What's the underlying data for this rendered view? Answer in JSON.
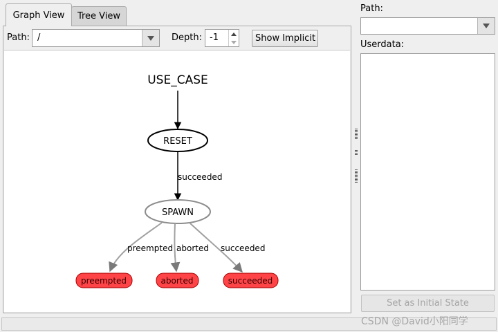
{
  "tabs": [
    {
      "label": "Graph View",
      "active": true
    },
    {
      "label": "Tree View",
      "active": false
    }
  ],
  "toolbar": {
    "path_label": "Path:",
    "path_value": "/",
    "depth_label": "Depth:",
    "depth_value": "-1",
    "show_implicit_label": "Show Implicit"
  },
  "graph": {
    "top_label": "USE_CASE",
    "nodes": {
      "reset": "RESET",
      "spawn": "SPAWN"
    },
    "edge_labels": {
      "reset_to_spawn": "succeeded",
      "preempted": "preempted",
      "aborted": "aborted",
      "succeeded": "succeeded"
    },
    "outcomes": [
      "preempted",
      "aborted",
      "succeeded"
    ],
    "colors": {
      "outcome_fill": "#ff4447",
      "outcome_border": "#a50000",
      "active_edge": "#000000",
      "inactive_edge": "#a0a0a0"
    }
  },
  "right_panel": {
    "path_label": "Path:",
    "path_value": "",
    "userdata_label": "Userdata:",
    "set_initial_state_label": "Set as Initial State"
  },
  "watermark": "CSDN @David小阳同学"
}
